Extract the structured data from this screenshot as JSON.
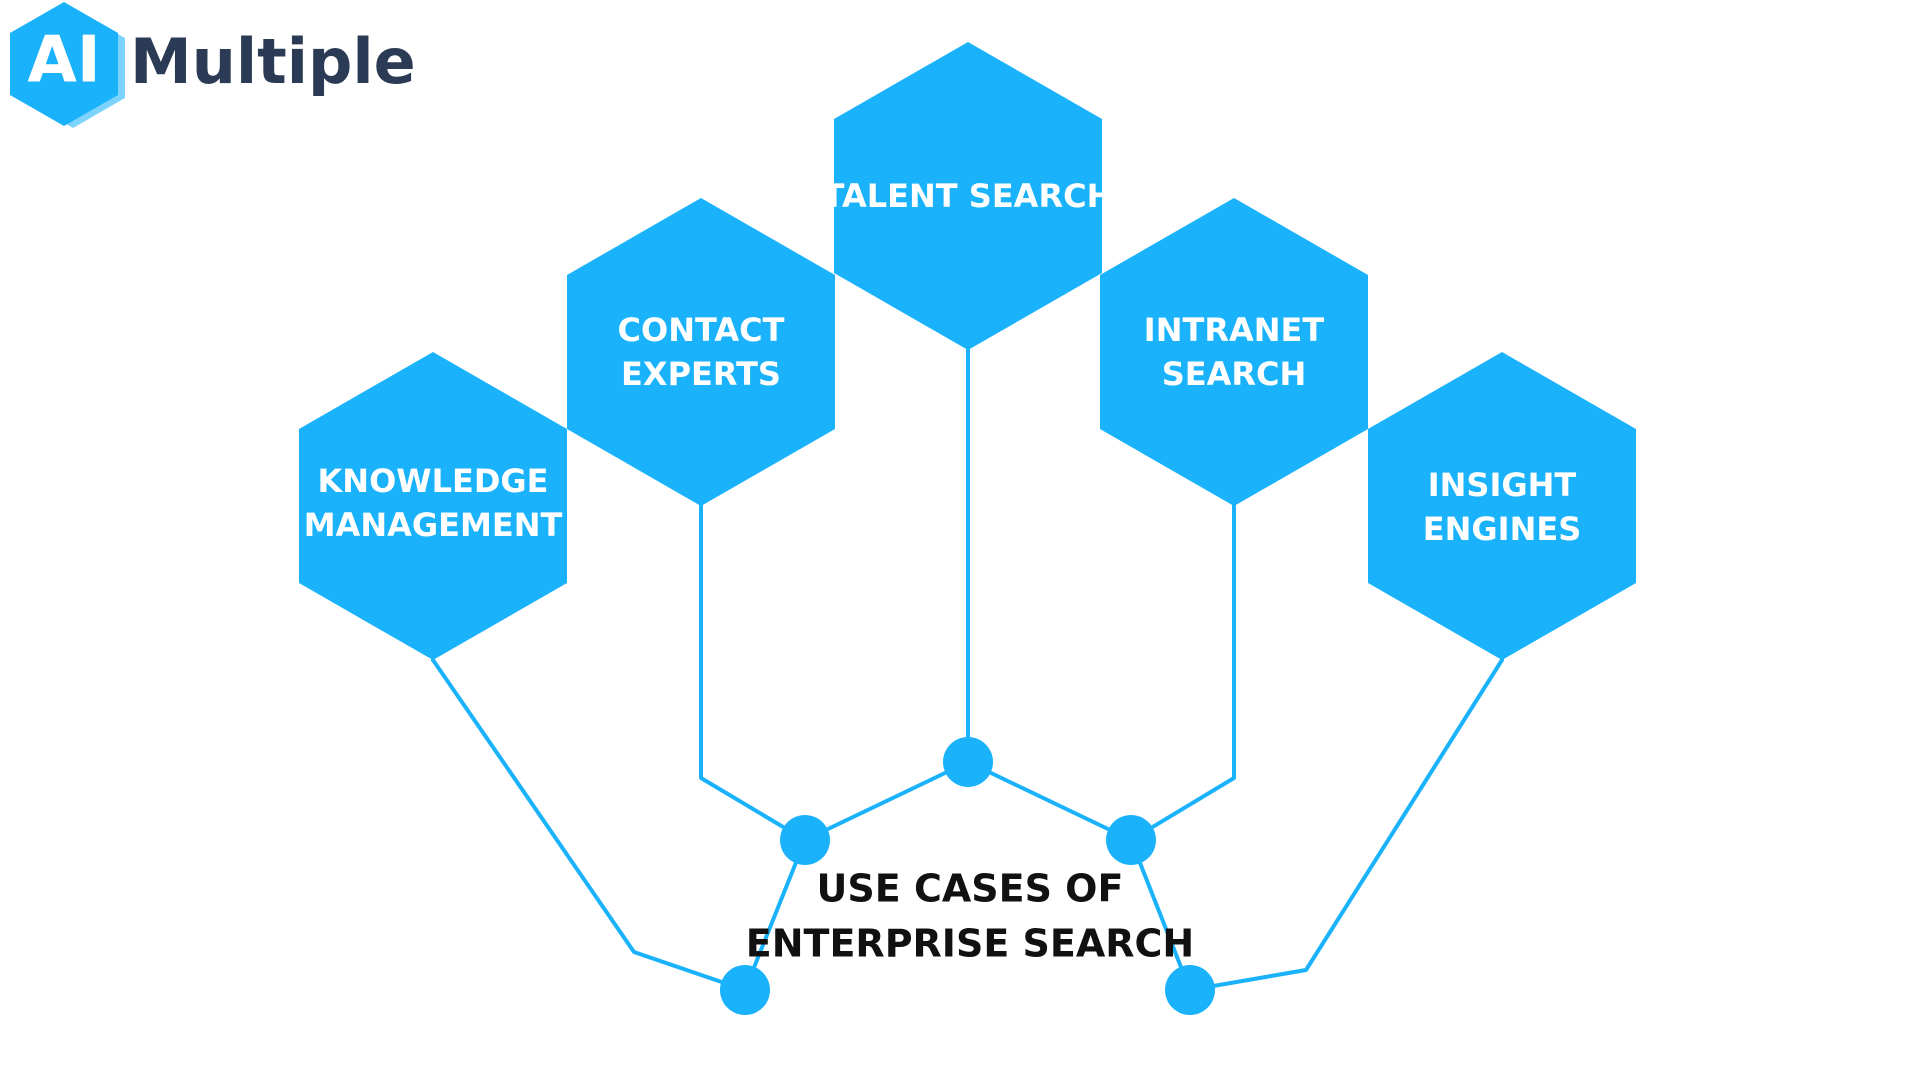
{
  "logo": {
    "mark_text": "AI",
    "brand_text": "Multiple"
  },
  "diagram": {
    "center_label_lines": [
      "USE CASES OF",
      "ENTERPRISE SEARCH"
    ],
    "use_cases": [
      {
        "id": "knowledge-management",
        "lines": [
          "KNOWLEDGE",
          "MANAGEMENT"
        ]
      },
      {
        "id": "contact-experts",
        "lines": [
          "CONTACT",
          "EXPERTS"
        ]
      },
      {
        "id": "talent-search",
        "lines": [
          "TALENT SEARCH"
        ]
      },
      {
        "id": "intranet-search",
        "lines": [
          "INTRANET",
          "SEARCH"
        ]
      },
      {
        "id": "insight-engines",
        "lines": [
          "INSIGHT",
          "ENGINES"
        ]
      }
    ]
  },
  "colors": {
    "accent": "#1AB2FB",
    "brand_text": "#2B3A55",
    "center_text": "#111111"
  }
}
